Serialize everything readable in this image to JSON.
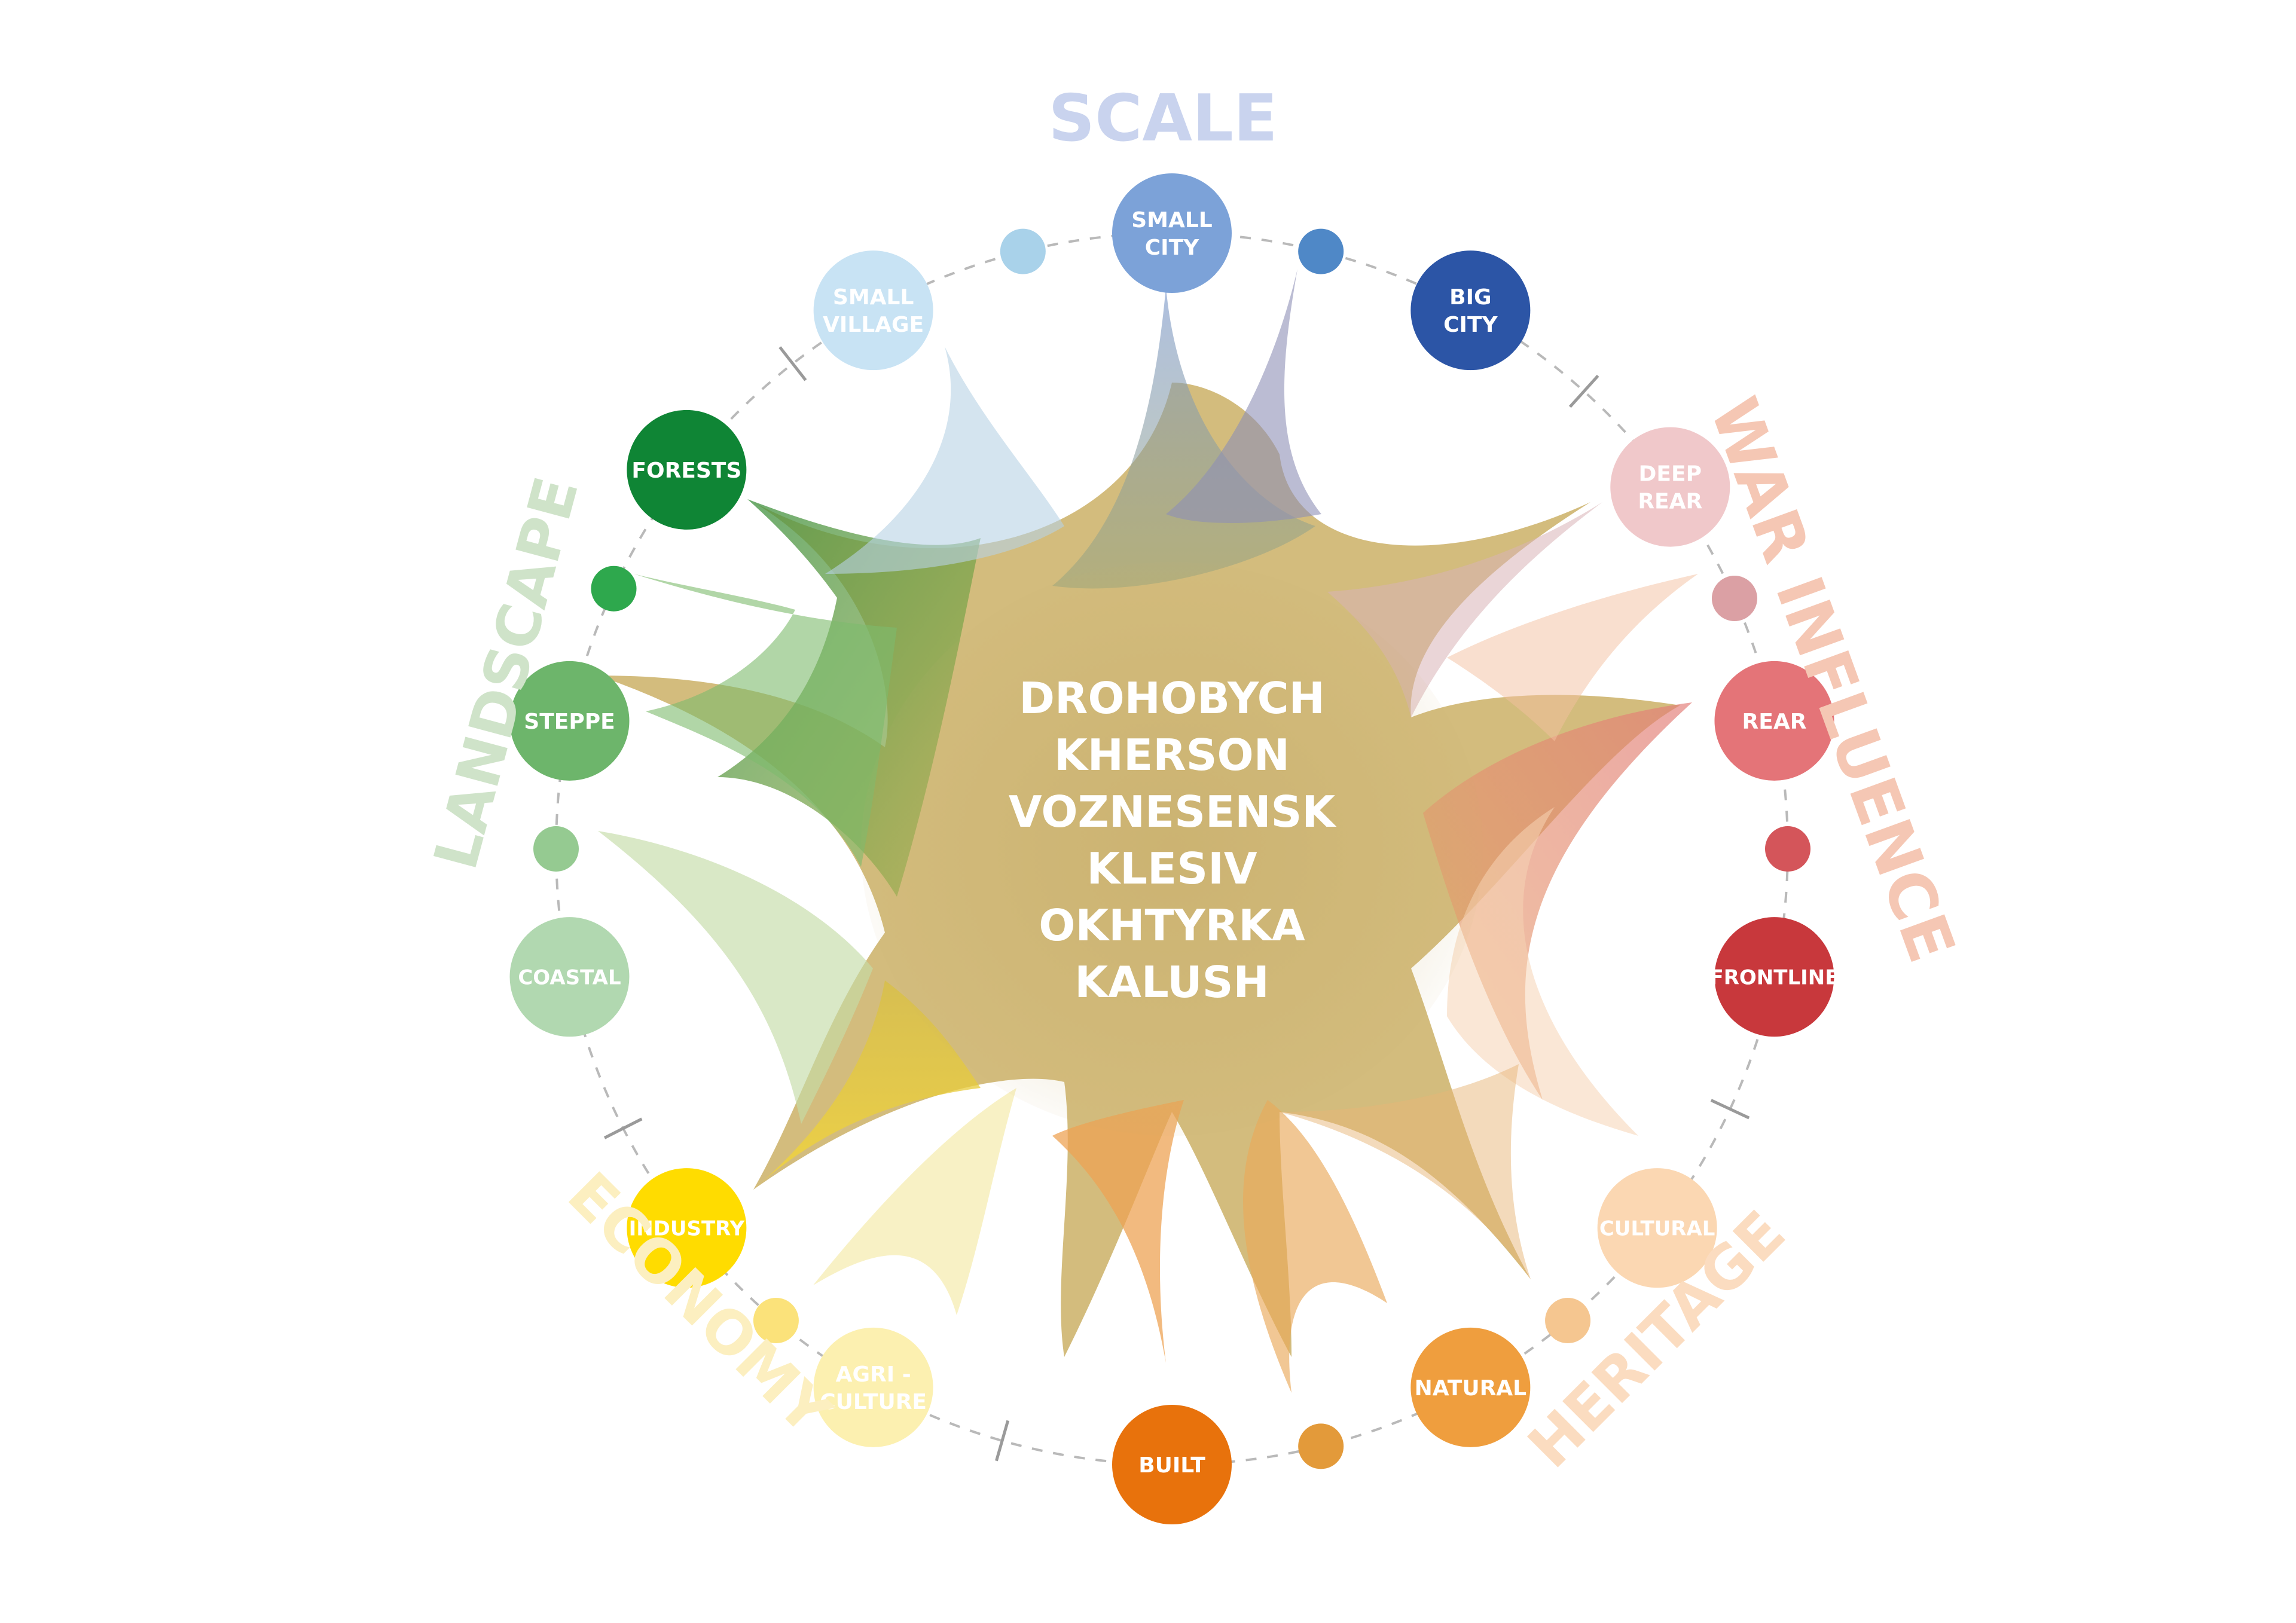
{
  "center": {
    "cities": [
      "DROHOBYCH",
      "KHERSON",
      "VOZNESENSK",
      "KLESIV",
      "OKHTYRKA",
      "KALUSH"
    ]
  },
  "categories": [
    {
      "id": "scale",
      "label": "SCALE",
      "color": "#c9d3ee"
    },
    {
      "id": "war-influence",
      "label": "WAR INFLUENCE",
      "color": "#f5c7b4"
    },
    {
      "id": "heritage",
      "label": "HERITAGE",
      "color": "#fbdcc0"
    },
    {
      "id": "economy",
      "label": "ECONOMY",
      "color": "#fcefc0"
    },
    {
      "id": "landscape",
      "label": "LANDSCAPE",
      "color": "#cfe3c9"
    }
  ],
  "nodes": [
    {
      "id": "small-village",
      "lines": [
        "SMALL",
        "VILLAGE"
      ],
      "color": "#c8e3f4",
      "angle": -29
    },
    {
      "id": "small-city",
      "lines": [
        "SMALL",
        "CITY"
      ],
      "color": "#7ca2d8",
      "angle": 0
    },
    {
      "id": "big-city",
      "lines": [
        "BIG",
        "CITY"
      ],
      "color": "#2c55a6",
      "angle": 29
    },
    {
      "id": "deep-rear",
      "lines": [
        "DEEP",
        "REAR"
      ],
      "color": "#f0c8ca",
      "angle": 54
    },
    {
      "id": "rear",
      "lines": [
        "REAR"
      ],
      "color": "#e47478",
      "angle": 78
    },
    {
      "id": "frontline",
      "lines": [
        "FRONTLINE"
      ],
      "color": "#c8383c",
      "angle": 102
    },
    {
      "id": "cultural",
      "lines": [
        "CULTURAL"
      ],
      "color": "#fbd7b2",
      "angle": 128
    },
    {
      "id": "natural",
      "lines": [
        "NATURAL"
      ],
      "color": "#ef9e3e",
      "angle": 151
    },
    {
      "id": "built",
      "lines": [
        "BUILT"
      ],
      "color": "#e8720c",
      "angle": 180
    },
    {
      "id": "agri-culture",
      "lines": [
        "AGRI -",
        "CULTURE"
      ],
      "color": "#fcf0b0",
      "angle": 209
    },
    {
      "id": "industry",
      "lines": [
        "INDUSTRY"
      ],
      "color": "#ffdc00",
      "angle": 232
    },
    {
      "id": "coastal",
      "lines": [
        "COASTAL"
      ],
      "color": "#b1d8b0",
      "angle": 258
    },
    {
      "id": "steppe",
      "lines": [
        "STEPPE"
      ],
      "color": "#6db56b",
      "angle": 282
    },
    {
      "id": "forests",
      "lines": [
        "FORESTS"
      ],
      "color": "#0f8535",
      "angle": 308
    }
  ],
  "connectors": [
    {
      "id": "scale-a",
      "color": "#a9d2ea",
      "angle": -14
    },
    {
      "id": "scale-b",
      "color": "#4f88c7",
      "angle": 14
    },
    {
      "id": "war-a",
      "color": "#dba0a4",
      "angle": 66
    },
    {
      "id": "war-b",
      "color": "#d4555a",
      "angle": 90
    },
    {
      "id": "heritage-a",
      "color": "#f5c690",
      "angle": 140
    },
    {
      "id": "heritage-b",
      "color": "#e39a3a",
      "angle": 166
    },
    {
      "id": "economy-a",
      "color": "#fbe27a",
      "angle": 220
    },
    {
      "id": "landscape-a",
      "color": "#95ca91",
      "angle": 270
    },
    {
      "id": "landscape-b",
      "color": "#2ea84d",
      "angle": 295
    }
  ]
}
